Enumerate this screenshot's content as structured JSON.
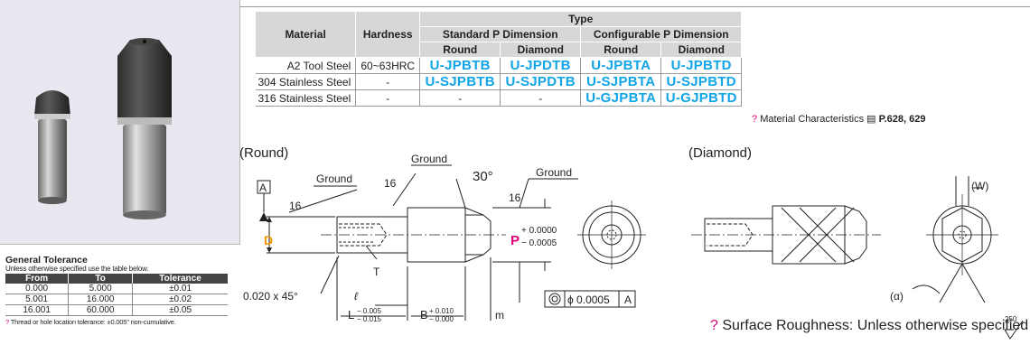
{
  "general_tolerance": {
    "title": "General Tolerance",
    "subtitle": "Unless otherwise specified use the table below.",
    "headers": [
      "From",
      "To",
      "Tolerance"
    ],
    "rows": [
      [
        "0.000",
        "5.000",
        "±0.01"
      ],
      [
        "5.001",
        "16.000",
        "±0.02"
      ],
      [
        "16.001",
        "60.000",
        "±0.05"
      ]
    ],
    "note": "Thread or hole location tolerance: ±0.005\" non-cumulative."
  },
  "type_table": {
    "col_material": "Material",
    "col_hardness": "Hardness",
    "col_type": "Type",
    "group_standard": "Standard P Dimension",
    "group_configurable": "Configurable P Dimension",
    "sub_round": "Round",
    "sub_diamond": "Diamond",
    "rows": [
      {
        "material": "A2 Tool Steel",
        "hardness": "60~63HRC",
        "std_round": "U-JPBTB",
        "std_diamond": "U-JPDTB",
        "cfg_round": "U-JPBTA",
        "cfg_diamond": "U-JPBTD"
      },
      {
        "material": "304 Stainless Steel",
        "hardness": "-",
        "std_round": "U-SJPBTB",
        "std_diamond": "U-SJPDTB",
        "cfg_round": "U-SJPBTA",
        "cfg_diamond": "U-SJPBTD"
      },
      {
        "material": "316 Stainless Steel",
        "hardness": "-",
        "std_round": "-",
        "std_diamond": "-",
        "cfg_round": "U-GJPBTA",
        "cfg_diamond": "U-GJPBTD"
      }
    ]
  },
  "material_characteristics": {
    "label": "Material Characteristics",
    "pages": "P.628, 629"
  },
  "drawing": {
    "round_label": "(Round)",
    "diamond_label": "(Diamond)",
    "ground": "Ground",
    "sixteen": "16",
    "angle": "30°",
    "datum": "A",
    "dia_D": "D",
    "dia_P": "P",
    "p_tol_upper": "+ 0.0000",
    "p_tol_lower": "− 0.0005",
    "chamfer": "0.020 x 45°",
    "thread": "T",
    "ell": "ℓ",
    "L": "L",
    "L_tol_upper": "− 0.005",
    "L_tol_lower": "− 0.015",
    "B": "B",
    "B_tol_upper": "+ 0.010",
    "B_tol_lower": "− 0.000",
    "m": "m",
    "concentricity": "ϕ 0.0005",
    "W": "(W)",
    "alpha": "(α)"
  },
  "roughness": {
    "text": "Surface Roughness: Unless otherwise specified",
    "value": "250"
  }
}
